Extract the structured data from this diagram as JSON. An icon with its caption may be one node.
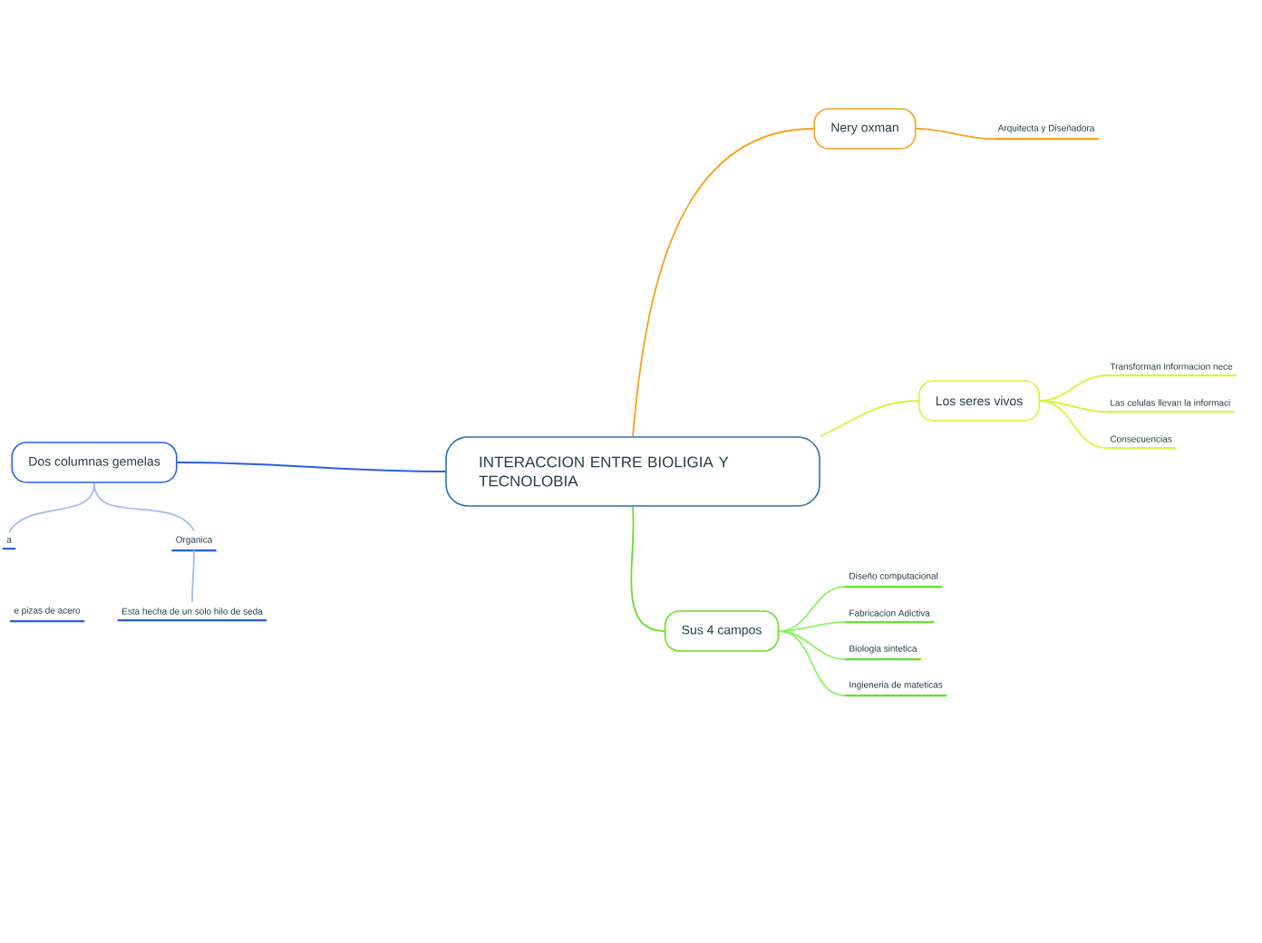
{
  "diagram": {
    "nodes": [
      {
        "text": [
          "INTERACCION ENTRE BIOLIGIA Y TECNOLOBIA"
        ]
      },
      {
        "text": [
          "Nery oxman"
        ]
      },
      {
        "text": [
          "Arquitecta y Diseñadora"
        ]
      },
      {
        "text": [
          "Los seres vivos"
        ]
      },
      {
        "text": [
          "Transforman informacion nece"
        ]
      },
      {
        "text": [
          "Las celulas llevan la informaci"
        ]
      },
      {
        "text": [
          "Consecuencias"
        ]
      },
      {
        "text": [
          "Sus 4 campos"
        ]
      },
      {
        "text": [
          "Diseño computacional"
        ]
      },
      {
        "text": [
          "Fabricacion Adictiva"
        ]
      },
      {
        "text": [
          "Biologia sintetica"
        ]
      },
      {
        "text": [
          "Ingieneria de mateticas"
        ]
      },
      {
        "text": [
          "Dos columnas gemelas"
        ]
      },
      {
        "text": [
          "a"
        ]
      },
      {
        "text": [
          "Organica"
        ]
      },
      {
        "text": [
          "e pizas de acero"
        ]
      },
      {
        "text": [
          "Esta hecha de un solo hilo de seda"
        ]
      }
    ],
    "edges": [
      {
        "from": 0,
        "to": 1,
        "arrow": "none",
        "color": "#f7a21b"
      },
      {
        "from": 1,
        "to": 2,
        "arrow": "none",
        "color": "#f7a21b"
      },
      {
        "from": 0,
        "to": 3,
        "arrow": "none",
        "color": "#d4f53c"
      },
      {
        "from": 3,
        "to": 4,
        "arrow": "none",
        "color": "#d4f53c"
      },
      {
        "from": 3,
        "to": 5,
        "arrow": "none",
        "color": "#d4f53c"
      },
      {
        "from": 3,
        "to": 6,
        "arrow": "none",
        "color": "#d4f53c"
      },
      {
        "from": 0,
        "to": 7,
        "arrow": "none",
        "color": "#66e02b"
      },
      {
        "from": 7,
        "to": 8,
        "arrow": "none",
        "color": "#8ef06a"
      },
      {
        "from": 7,
        "to": 9,
        "arrow": "none",
        "color": "#8ef06a"
      },
      {
        "from": 7,
        "to": 10,
        "arrow": "none",
        "color": "#8ef06a"
      },
      {
        "from": 7,
        "to": 11,
        "arrow": "none",
        "color": "#8ef06a"
      },
      {
        "from": 0,
        "to": 12,
        "arrow": "none",
        "color": "#2a5ee8"
      },
      {
        "from": 12,
        "to": 13,
        "arrow": "none",
        "color": "#a8b8f0"
      },
      {
        "from": 12,
        "to": 14,
        "arrow": "none",
        "color": "#a8b8f0"
      },
      {
        "from": 14,
        "to": 16,
        "arrow": "none",
        "color": "#a8b8f0"
      }
    ]
  }
}
